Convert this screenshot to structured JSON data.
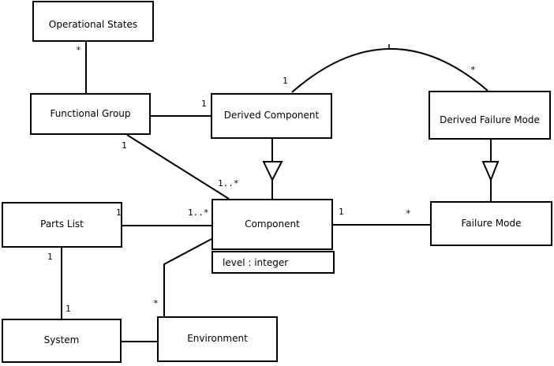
{
  "colors": {
    "stroke": "#000000",
    "node_fill": "#ffffff",
    "background": "#ffffff",
    "text": "#000000"
  },
  "nodes": {
    "operational_states": {
      "label": "Operational States"
    },
    "functional_group": {
      "label": "Functional Group"
    },
    "derived_component": {
      "label": "Derived Component"
    },
    "derived_failure_mode": {
      "label": "Derived Failure Mode"
    },
    "parts_list": {
      "label": "Parts List"
    },
    "component": {
      "label": "Component",
      "attribute": "level : integer"
    },
    "failure_mode": {
      "label": "Failure Mode"
    },
    "system": {
      "label": "System"
    },
    "environment": {
      "label": "Environment"
    }
  },
  "multiplicities": {
    "os_fg_star": "*",
    "fg_dc_one": "1",
    "fg_comp_one": "1",
    "fg_comp_many": "1..*",
    "dc_arc_one": "1",
    "dfm_arc_star": "*",
    "pl_comp_one": "1",
    "pl_comp_many": "1..*",
    "comp_fm_one": "1",
    "comp_fm_star": "*",
    "pl_sys_one_top": "1",
    "pl_sys_one_bottom": "1",
    "env_comp_star": "*"
  }
}
